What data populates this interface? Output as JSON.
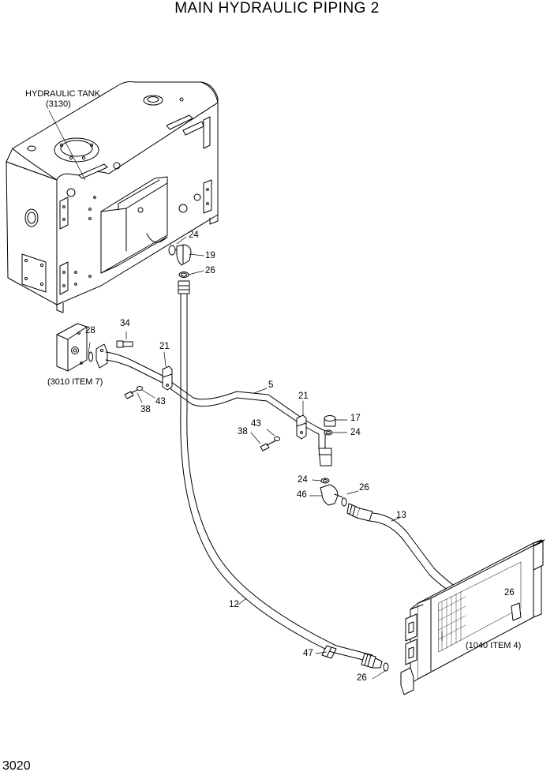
{
  "title": "MAIN HYDRAULIC PIPING 2",
  "page_number": "3020",
  "labels": {
    "tank_name": "HYDRAULIC TANK",
    "tank_ref": "(3130)",
    "block_ref": "(3010 ITEM 7)",
    "cooler_ref": "(1040 ITEM 4)"
  },
  "callouts": {
    "c24_a": "24",
    "c19": "19",
    "c26_a": "26",
    "c34": "34",
    "c28": "28",
    "c21_a": "21",
    "c5": "5",
    "c43_a": "43",
    "c38_a": "38",
    "c21_b": "21",
    "c17": "17",
    "c43_b": "43",
    "c38_b": "38",
    "c24_b": "24",
    "c24_c": "24",
    "c26_b": "26",
    "c46": "46",
    "c13": "13",
    "c26_c": "26",
    "c12": "12",
    "c47": "47",
    "c26_d": "26"
  }
}
